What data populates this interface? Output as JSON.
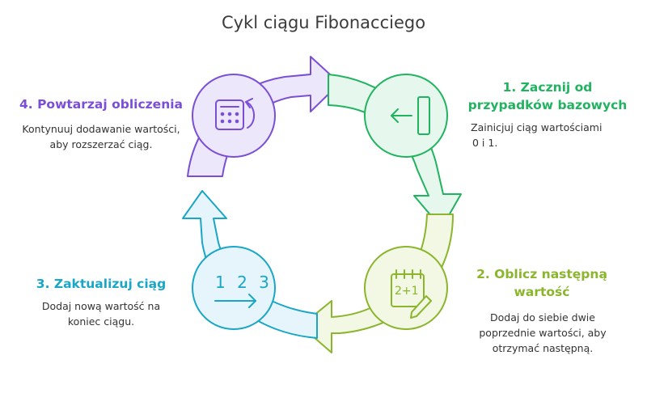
{
  "title": "Cykl ciągu Fibonacciego",
  "steps": [
    {
      "title_line1": "1. Zacznij od",
      "title_line2": "przypadków bazowych",
      "desc_line1": "Zainicjuj ciąg wartościami",
      "desc_line2": "0 i 1.",
      "color": "#21b35f",
      "icon": "arrow-left-into-bar-icon"
    },
    {
      "title_line1": "2. Oblicz następną",
      "title_line2": "wartość",
      "desc_line1": "Dodaj do siebie dwie",
      "desc_line2": "poprzednie wartości, aby",
      "desc_line3": "otrzymać następną.",
      "color": "#8ab52c",
      "icon": "calendar-pencil-icon",
      "icon_text": "2+1"
    },
    {
      "title_line1": "3. Zaktualizuj ciąg",
      "desc_line1": "Dodaj nową wartość na",
      "desc_line2": "koniec ciągu.",
      "color": "#19a6c7",
      "icon": "numbers-arrow-icon",
      "icon_text": "1 2 3"
    },
    {
      "title_line1": "4. Powtarzaj obliczenia",
      "desc_line1": "Kontynuuj dodawanie wartości,",
      "desc_line2": "aby rozszerzać ciąg.",
      "color": "#7a4fd6",
      "icon": "calculator-repeat-icon"
    }
  ]
}
